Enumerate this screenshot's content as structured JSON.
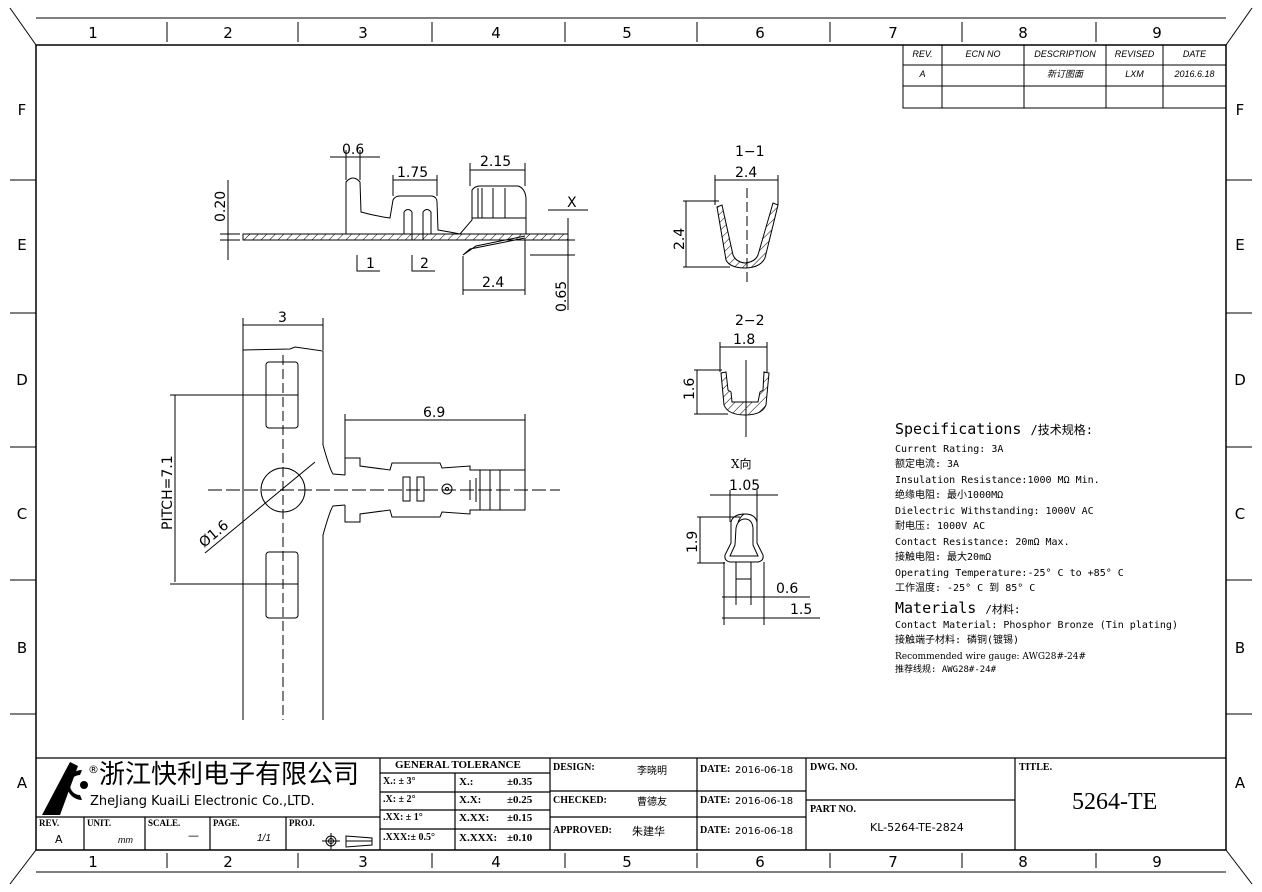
{
  "frame": {
    "columns": [
      "1",
      "2",
      "3",
      "4",
      "5",
      "6",
      "7",
      "8",
      "9"
    ],
    "rows": [
      "F",
      "E",
      "D",
      "C",
      "B",
      "A"
    ]
  },
  "revision_table": {
    "headers": [
      "REV.",
      "ECN NO",
      "DESCRIPTION",
      "REVISED",
      "DATE"
    ],
    "rows": [
      [
        "A",
        "",
        "新订图面",
        "LXM",
        "2016.6.18"
      ],
      [
        "",
        "",
        "",
        "",
        ""
      ]
    ]
  },
  "dimensions": {
    "side_view": {
      "tab_width": "0.6",
      "slot_span": "1.75",
      "barrel_length": "2.15",
      "thickness": "0.20",
      "view_x": "X",
      "section_1": "1",
      "section_2": "2",
      "spring_length": "2.4",
      "spring_height": "0.65"
    },
    "plan_view": {
      "strip_width": "3",
      "terminal_length": "6.9",
      "pitch": "PITCH=7.1",
      "hole": "Ø1.6"
    },
    "section_1_1": {
      "title": "1−1",
      "width": "2.4",
      "height": "2.4"
    },
    "section_2_2": {
      "title": "2−2",
      "width": "1.8",
      "height": "1.6"
    },
    "view_x": {
      "title": "X向",
      "width": "1.05",
      "height": "1.9",
      "pin": "0.6",
      "base": "1.5"
    }
  },
  "specs": {
    "title": "Specifications",
    "title_cn": "/技术规格:",
    "items": [
      {
        "en": "Current Rating:  3A",
        "cn": "额定电流: 3A"
      },
      {
        "en": "Insulation Resistance:1000 MΩ   Min.",
        "cn": "绝缘电阻: 最小1000MΩ"
      },
      {
        "en": "Dielectric Withstanding:  1000V AC",
        "cn": "耐电压: 1000V AC"
      },
      {
        "en": "Contact Resistance:  20mΩ   Max.",
        "cn": "接触电阻: 最大20mΩ"
      },
      {
        "en": "Operating Temperature:-25° C to +85° C",
        "cn": "工作温度: -25° C 到 85° C"
      }
    ],
    "materials_title": "Materials",
    "materials_title_cn": "/材料:",
    "material_en": "Contact Material: Phosphor Bronze (Tin plating)",
    "material_cn": "接触端子材料: 磷铜(镀锡)",
    "wire_en": "Recommended wire gauge: AWG28#-24#",
    "wire_cn": "推荐线规: AWG28#-24#"
  },
  "title_block": {
    "company_cn": "浙江快利电子有限公司",
    "company_en": "ZheJiang KuaiLi Electronic Co.,LTD.",
    "registered": "®",
    "rev_label": "REV.",
    "rev": "A",
    "unit_label": "UNIT.",
    "unit": "mm",
    "scale_label": "SCALE.",
    "scale": "—",
    "page_label": "PAGE.",
    "page": "1/1",
    "proj_label": "PROJ.",
    "tolerance_title": "GENERAL  TOLERANCE",
    "tolerance_angle": [
      "X.: ± 3°",
      ".X: ± 2°",
      ".XX: ± 1°",
      ".XXX:± 0.5°"
    ],
    "tolerance_linear": [
      [
        "X.:",
        "±0.35"
      ],
      [
        "X.X:",
        "±0.25"
      ],
      [
        "X.XX:",
        "±0.15"
      ],
      [
        "X.XXX:",
        "±0.10"
      ]
    ],
    "design_label": "DESIGN:",
    "design": "李晓明",
    "checked_label": "CHECKED:",
    "checked": "曹德友",
    "approved_label": "APPROVED:",
    "approved": "朱建华",
    "date_label": "DATE:",
    "dates": [
      "2016-06-18",
      "2016-06-18",
      "2016-06-18"
    ],
    "dwg_no_label": "DWG. NO.",
    "part_no_label": "PART NO.",
    "part_no": "KL-5264-TE-2824",
    "title_label": "TITLE.",
    "title": "5264-TE"
  }
}
